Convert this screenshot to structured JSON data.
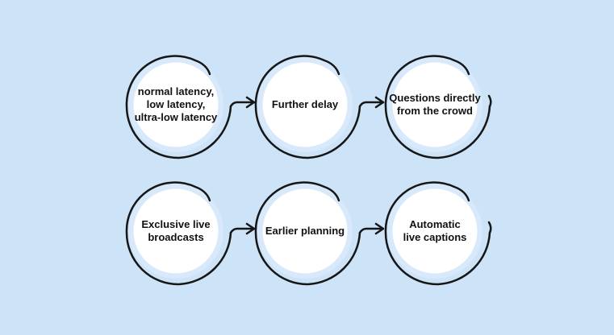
{
  "colors": {
    "background": "#cde4f8",
    "halo": "#d7e9fb",
    "circle_fill": "#ffffff",
    "stroke": "#161616",
    "text": "#111111"
  },
  "diagram": {
    "type": "flow",
    "rows": 2,
    "columns": 3,
    "nodes": [
      {
        "label": "normal latency,\nlow latency,\nultra-low latency"
      },
      {
        "label": "Further delay"
      },
      {
        "label": "Questions directly\nfrom the crowd"
      },
      {
        "label": "Exclusive live\nbroadcasts"
      },
      {
        "label": "Earlier planning"
      },
      {
        "label": "Automatic\nlive captions"
      }
    ]
  }
}
